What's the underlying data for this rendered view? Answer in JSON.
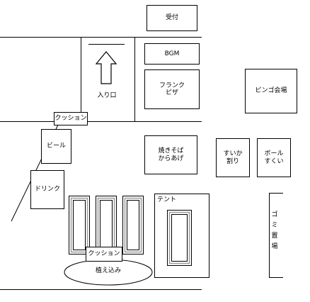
{
  "labels": {
    "reception": "受付",
    "bgm": "BGM",
    "franks_pizza": "フランク\nピザ",
    "bingo_hall": "ビンゴ会場",
    "entrance": "入り口",
    "cushion_top": "クッション",
    "beer": "ビール",
    "drink": "ドリンク",
    "yakisoba_karaage": "焼きそば\nからあげ",
    "suika_wari": "すいか\n割り",
    "ball_sukui": "ボール\nすくい",
    "tent": "テント",
    "cushion_bottom": "クッション",
    "planting": "植え込み",
    "garbage_area": "ゴ\nミ\n置\n場"
  },
  "icons": {
    "entrance_arrow": "up-arrow"
  },
  "colors": {
    "line": "#000000",
    "background": "#ffffff",
    "frame_shadow": "#999999"
  }
}
